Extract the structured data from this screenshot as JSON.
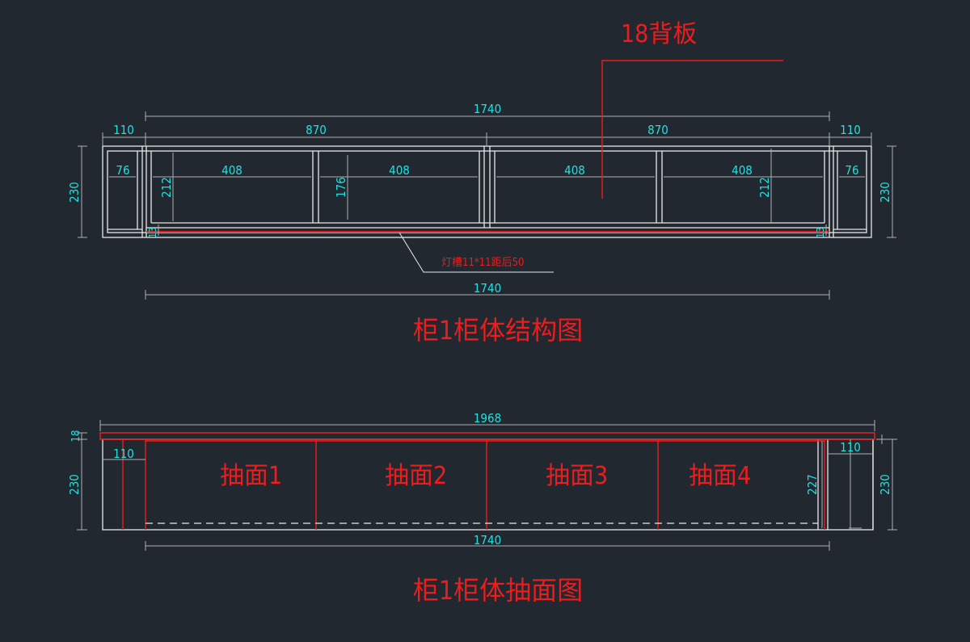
{
  "colors": {
    "background": "#212830",
    "outline": "#e8e8e8",
    "dimension_line": "#b0b0b0",
    "dimension_text": "#22e0e0",
    "annotation": "#ee1c1c"
  },
  "top_view": {
    "back_panel_label": "18背板",
    "overall_top": "1740",
    "left_end": "110",
    "half_left": "870",
    "half_right": "870",
    "right_end": "110",
    "height_left": "230",
    "height_right": "230",
    "end_inner_left": "76",
    "end_inner_right": "76",
    "compartment_1": "408",
    "compartment_2": "408",
    "compartment_3": "408",
    "compartment_4": "408",
    "inner_height_left": "212",
    "inner_height_mid": "176",
    "inner_height_right": "212",
    "groove_left": "13",
    "groove_right": "13",
    "light_groove_label": "灯槽11*11距后50",
    "overall_bottom": "1740",
    "title": "柜1柜体结构图"
  },
  "front_view": {
    "overall_top": "1968",
    "top_thickness": "18",
    "height_left": "230",
    "left_end": "110",
    "right_end": "110",
    "inner_height": "227",
    "height_right": "230",
    "drawer_1": "抽面1",
    "drawer_2": "抽面2",
    "drawer_3": "抽面3",
    "drawer_4": "抽面4",
    "overall_bottom": "1740",
    "title": "柜1柜体抽面图"
  }
}
